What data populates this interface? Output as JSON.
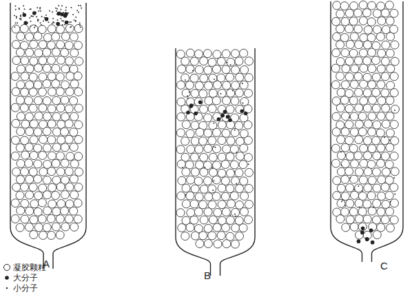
{
  "diagram": {
    "labels": [
      "A",
      "B",
      "C"
    ],
    "legend": [
      {
        "text": "凝胶颗粒"
      },
      {
        "text": "大分子"
      },
      {
        "text": "小分子"
      }
    ]
  }
}
